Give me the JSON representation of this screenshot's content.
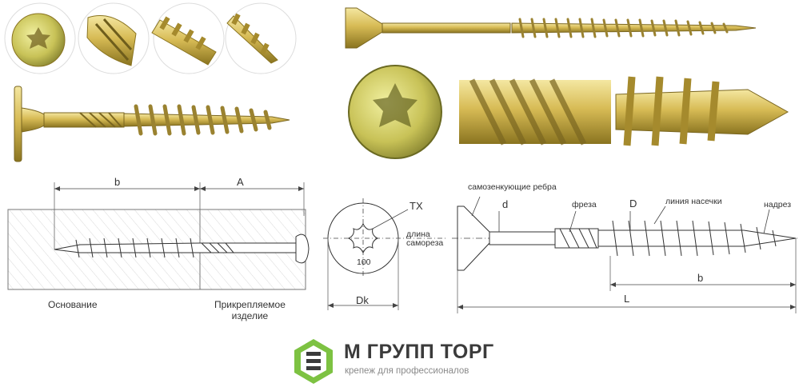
{
  "labels": {
    "tx": "TX",
    "d_small": "d",
    "D_big": "D",
    "b_left": "b",
    "A_left": "A",
    "b_right": "b",
    "L": "L",
    "Dk": "Dk",
    "drive_size": "100",
    "screw_length_line1": "длина",
    "screw_length_line2": "самореза",
    "countersink_ribs": "самозенкующие ребра",
    "mill": "фреза",
    "notch_line": "линия насечки",
    "tip_notch": "надрез",
    "base": "Основание",
    "fastened_part_line1": "Прикрепляемое",
    "fastened_part_line2": "изделие"
  },
  "brand": {
    "name": "М ГРУПП ТОРГ",
    "tagline": "крепеж для профессионалов",
    "color_dark": "#3b3b3b",
    "color_green": "#7dc242"
  },
  "colors": {
    "brass_light": "#e6d27a",
    "brass_mid": "#c9ad46",
    "brass_dark": "#8a7420",
    "line": "#444444"
  }
}
